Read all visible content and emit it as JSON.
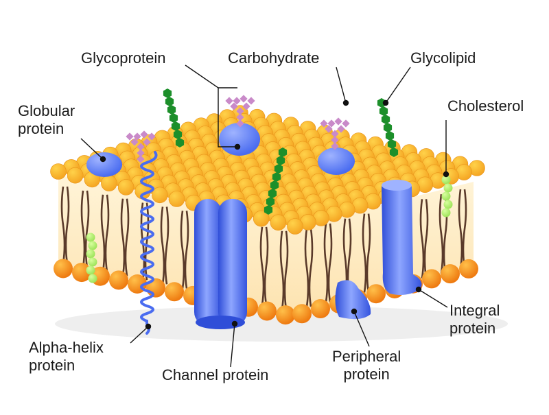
{
  "labels": {
    "glycoprotein": "Glycoprotein",
    "carbohydrate": "Carbohydrate",
    "glycolipid": "Glycolipid",
    "globular_line1": "Globular",
    "globular_line2": "protein",
    "cholesterol": "Cholesterol",
    "alpha_line1": "Alpha-helix",
    "alpha_line2": "protein",
    "channel": "Channel protein",
    "peripheral_line1": "Peripheral",
    "peripheral_line2": "protein",
    "integral_line1": "Integral",
    "integral_line2": "protein"
  },
  "colors": {
    "lipid_head": "#f5a623",
    "lipid_head_light": "#ffd24a",
    "protein_blue": "#4a6cf0",
    "protein_blue_light": "#9fb3ff",
    "chain_green": "#1c8f2a",
    "cholesterol_green": "#9ee35a",
    "carb_pink": "#c98ac9",
    "tail": "#5a3a2a",
    "inner": "#fde3b0"
  },
  "icons": [
    "lipid-bilayer",
    "glycoprotein-icon",
    "glycolipid-icon",
    "cholesterol-icon",
    "channel-protein-icon",
    "integral-protein-icon",
    "peripheral-protein-icon",
    "alpha-helix-icon",
    "globular-protein-icon"
  ]
}
